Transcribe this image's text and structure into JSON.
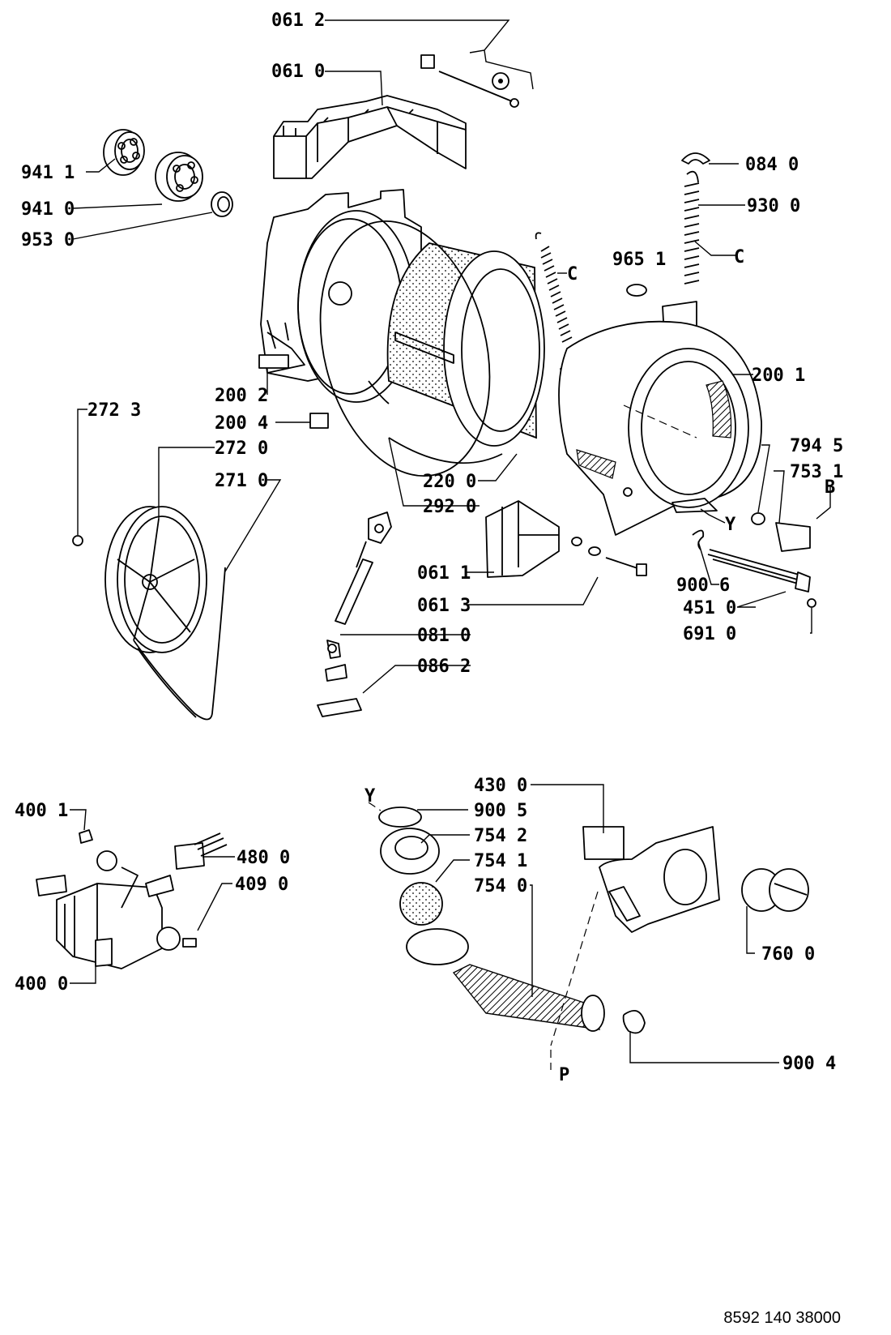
{
  "parts": {
    "p0612": "061 2",
    "p0610": "061 0",
    "p0840": "084 0",
    "p9411": "941 1",
    "p9410": "941 0",
    "p9300": "930 0",
    "p9530": "953 0",
    "p9651": "965 1",
    "pC1": "C",
    "pC2": "C",
    "p2002": "200 2",
    "p2001": "200 1",
    "p2723": "272 3",
    "p2004": "200 4",
    "p7945": "794 5",
    "p2720": "272 0",
    "p7531": "753 1",
    "pB": "B",
    "p2710": "271 0",
    "p2200": "220 0",
    "p2920": "292 0",
    "pY1": "Y",
    "p0611": "061 1",
    "p9006": "900 6",
    "p4510": "451 0",
    "p0613": "061 3",
    "p6910": "691 0",
    "p0810": "081 0",
    "p0862": "086 2",
    "p4300": "430 0",
    "pY2": "Y",
    "p4001": "400 1",
    "p9005": "900 5",
    "p7542": "754 2",
    "p4800": "480 0",
    "p7541": "754 1",
    "p4090": "409 0",
    "p7540": "754 0",
    "p7600": "760 0",
    "p4000": "400 0",
    "p9004": "900 4",
    "pP": "P"
  },
  "reference": "8592 140 38000"
}
